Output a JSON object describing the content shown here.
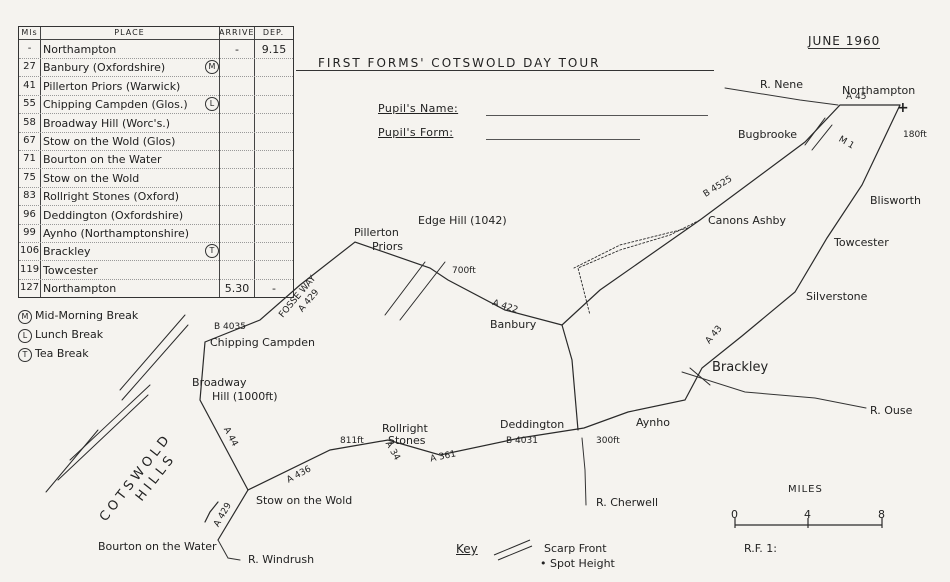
{
  "header": {
    "date": "JUNE 1960",
    "title": "FIRST FORMS' COTSWOLD DAY TOUR",
    "pupil_name_label": "Pupil's Name:",
    "pupil_form_label": "Pupil's Form:"
  },
  "itinerary": {
    "columns": [
      "Mls",
      "PLACE",
      "ARRIVE",
      "DEP."
    ],
    "rows": [
      {
        "mls": "-",
        "place": "Northampton",
        "arrive": "-",
        "dep": "9.15"
      },
      {
        "mls": "27",
        "place": "Banbury (Oxfordshire)",
        "badge": "M",
        "arrive": "",
        "dep": ""
      },
      {
        "mls": "41",
        "place": "Pillerton Priors (Warwick)",
        "arrive": "",
        "dep": ""
      },
      {
        "mls": "55",
        "place": "Chipping Campden (Glos.)",
        "badge": "L",
        "arrive": "",
        "dep": ""
      },
      {
        "mls": "58",
        "place": "Broadway Hill (Worc's.)",
        "arrive": "",
        "dep": ""
      },
      {
        "mls": "67",
        "place": "Stow on the Wold (Glos)",
        "arrive": "",
        "dep": ""
      },
      {
        "mls": "71",
        "place": "Bourton on the Water",
        "arrive": "",
        "dep": ""
      },
      {
        "mls": "75",
        "place": "Stow on the Wold",
        "arrive": "",
        "dep": ""
      },
      {
        "mls": "83",
        "place": "Rollright Stones (Oxford)",
        "arrive": "",
        "dep": ""
      },
      {
        "mls": "96",
        "place": "Deddington (Oxfordshire)",
        "arrive": "",
        "dep": ""
      },
      {
        "mls": "99",
        "place": "Aynho (Northamptonshire)",
        "arrive": "",
        "dep": ""
      },
      {
        "mls": "106",
        "place": "Brackley",
        "badge": "T",
        "arrive": "",
        "dep": ""
      },
      {
        "mls": "119",
        "place": "Towcester",
        "arrive": "",
        "dep": ""
      },
      {
        "mls": "127",
        "place": "Northampton",
        "arrive": "5.30",
        "dep": "-"
      }
    ]
  },
  "breaks": [
    {
      "badge": "M",
      "label": "Mid-Morning Break"
    },
    {
      "badge": "L",
      "label": "Lunch Break"
    },
    {
      "badge": "T",
      "label": "Tea Break"
    }
  ],
  "places": {
    "northampton": "Northampton",
    "bugbrooke": "Bugbrooke",
    "blisworth": "Blisworth",
    "towcester": "Towcester",
    "silverstone": "Silverstone",
    "brackley": "Brackley",
    "aynho": "Aynho",
    "deddington": "Deddington",
    "canons_ashby": "Canons Ashby",
    "banbury": "Banbury",
    "edge_hill": "Edge Hill (1042)",
    "pillerton": "Pillerton",
    "priors": "Priors",
    "chipping_campden": "Chipping Campden",
    "broadway": "Broadway",
    "broadway_hill": "Hill (1000ft)",
    "stow": "Stow on the Wold",
    "bourton": "Bourton on the Water",
    "rollright": "Rollright",
    "stones": "Stones",
    "cotswold": "COTSWOLD",
    "hills": "HILLS"
  },
  "heights": {
    "northampton": "180ft",
    "edge_hill": "700ft",
    "rollright": "811ft",
    "aynho": "300ft"
  },
  "roads": {
    "a45": "A 45",
    "m1": "M 1",
    "b4525": "B 4525",
    "a422": "A 422",
    "a43": "A 43",
    "b4031": "B 4031",
    "a361": "A 361",
    "a34": "A 34",
    "a436": "A 436",
    "a44": "A 44",
    "a429": "A 429",
    "b4035": "B 4035",
    "fosse_way": "FOSSE WAY",
    "a429b": "A 429"
  },
  "rivers": {
    "nene": "R. Nene",
    "ouse": "R. Ouse",
    "cherwell": "R. Cherwell",
    "windrush": "R. Windrush"
  },
  "key": {
    "title": "Key",
    "scarp": "Scarp Front",
    "spot": "• Spot Height"
  },
  "scale": {
    "title": "MILES",
    "ticks": [
      "0",
      "4",
      "8"
    ],
    "rf": "R.F. 1:"
  }
}
